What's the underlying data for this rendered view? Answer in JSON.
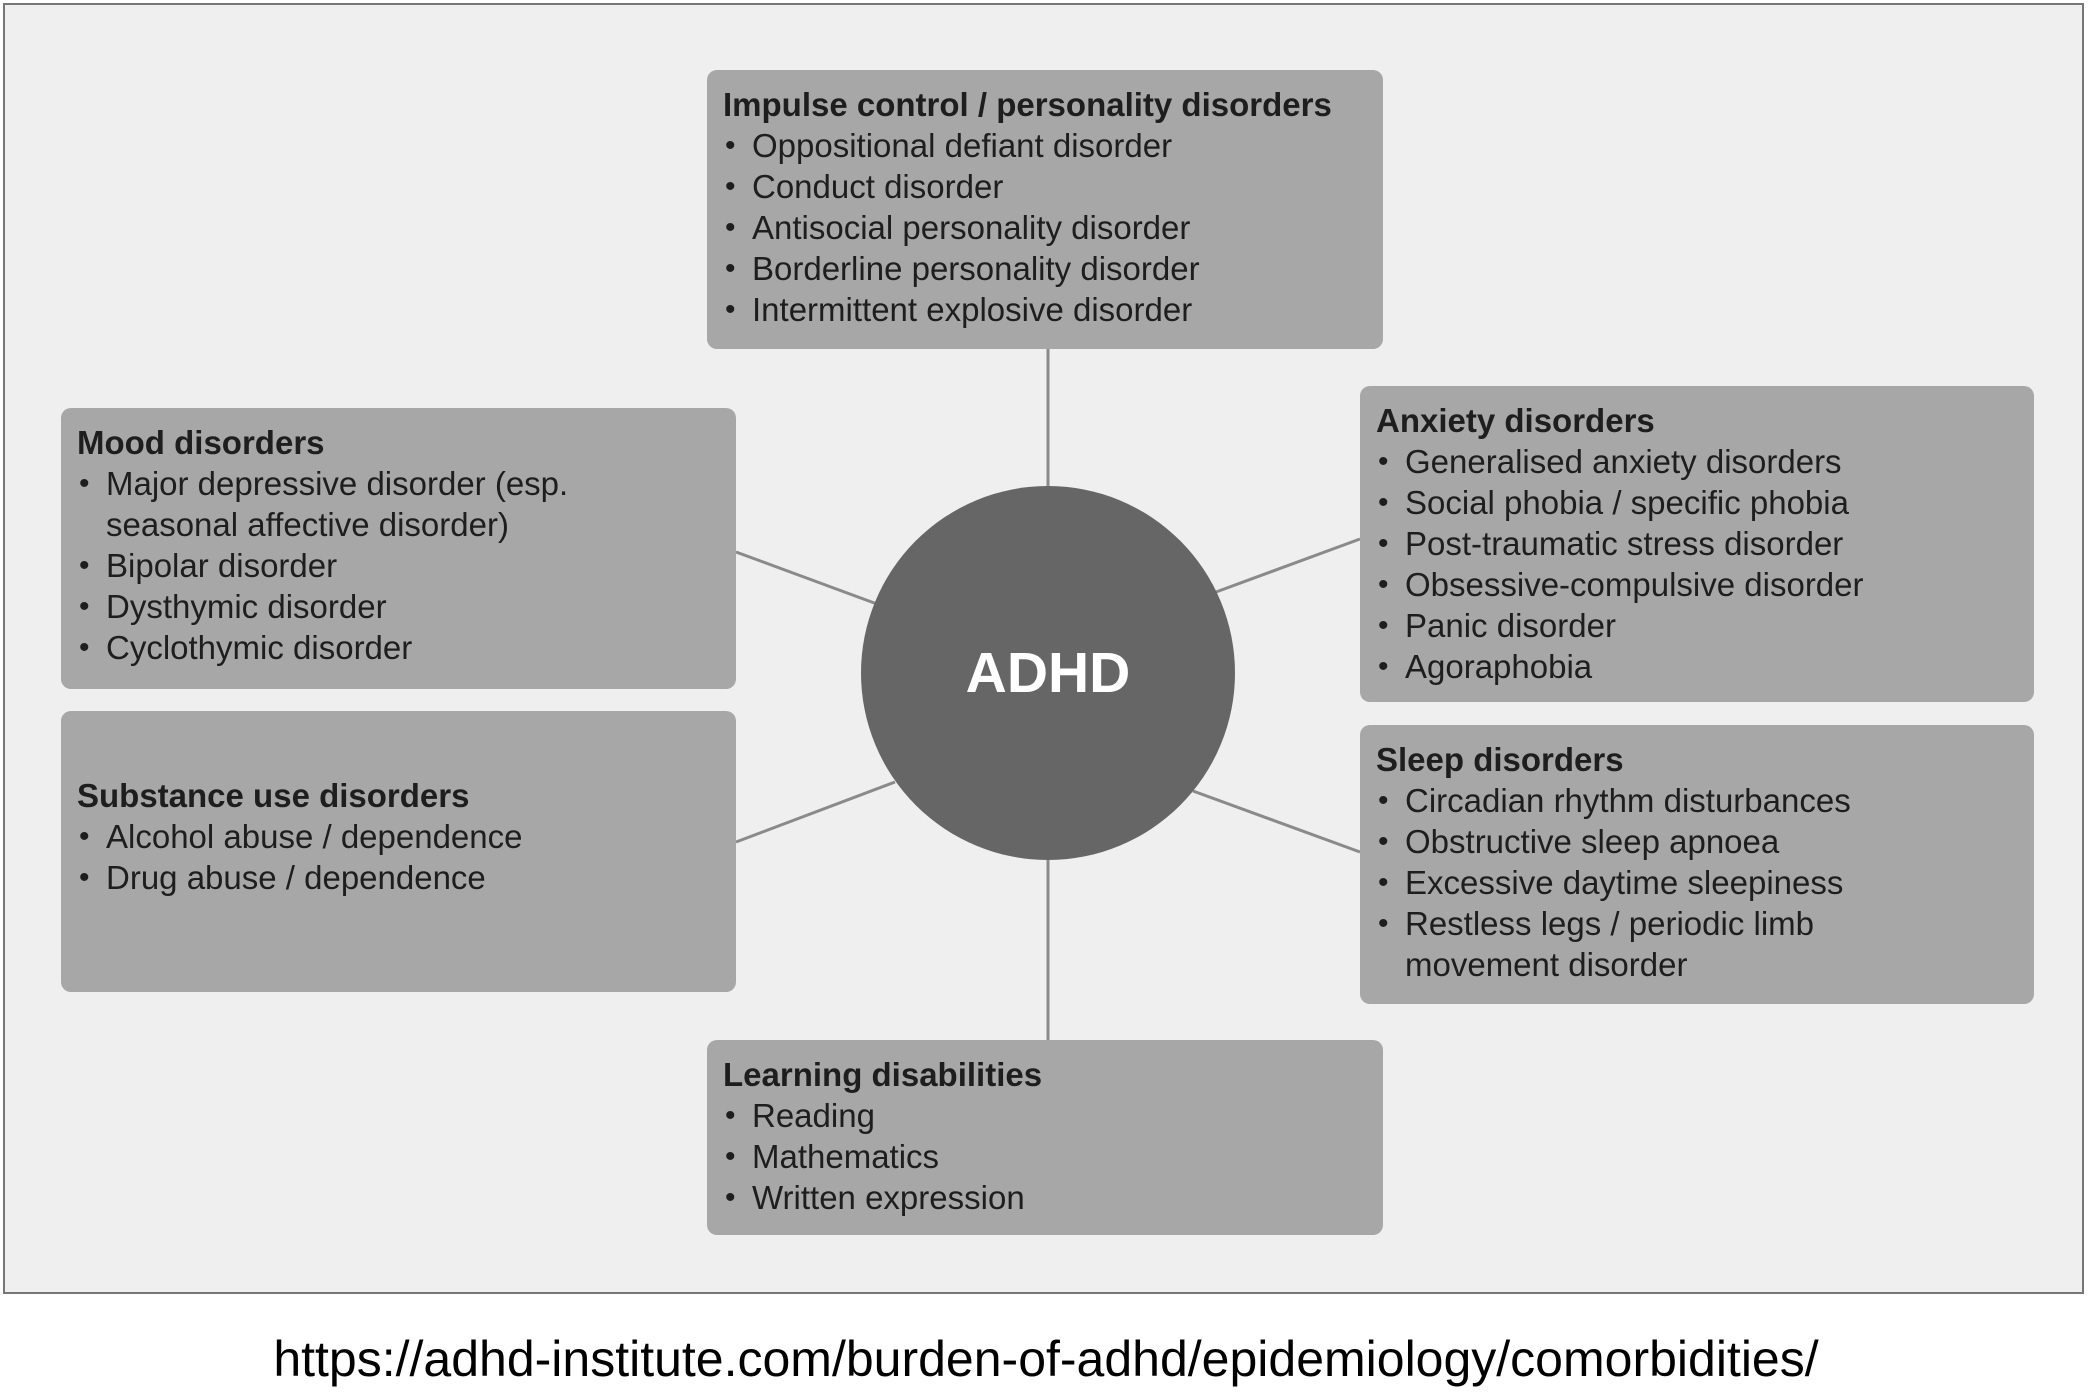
{
  "center": {
    "label": "ADHD"
  },
  "groups": {
    "impulse": {
      "title": "Impulse control / personality disorders",
      "items": [
        "Oppositional defiant disorder",
        "Conduct disorder",
        "Antisocial personality disorder",
        "Borderline personality disorder",
        "Intermittent explosive disorder"
      ]
    },
    "mood": {
      "title": "Mood disorders",
      "items": [
        "Major depressive disorder (esp. seasonal affective disorder)",
        "Bipolar disorder",
        "Dysthymic disorder",
        "Cyclothymic disorder"
      ]
    },
    "anxiety": {
      "title": "Anxiety disorders",
      "items": [
        "Generalised anxiety disorders",
        "Social phobia / specific phobia",
        "Post-traumatic stress disorder",
        "Obsessive-compulsive disorder",
        "Panic disorder",
        "Agoraphobia"
      ]
    },
    "substance": {
      "title": "Substance use disorders",
      "items": [
        "Alcohol abuse / dependence",
        "Drug abuse / dependence"
      ]
    },
    "sleep": {
      "title": "Sleep disorders",
      "items": [
        "Circadian rhythm disturbances",
        "Obstructive sleep apnoea",
        "Excessive daytime sleepiness",
        "Restless legs / periodic limb movement disorder"
      ]
    },
    "learning": {
      "title": "Learning disabilities",
      "items": [
        "Reading",
        "Mathematics",
        "Written expression"
      ]
    }
  },
  "source_url": "https://adhd-institute.com/burden-of-adhd/epidemiology/comorbidities/"
}
